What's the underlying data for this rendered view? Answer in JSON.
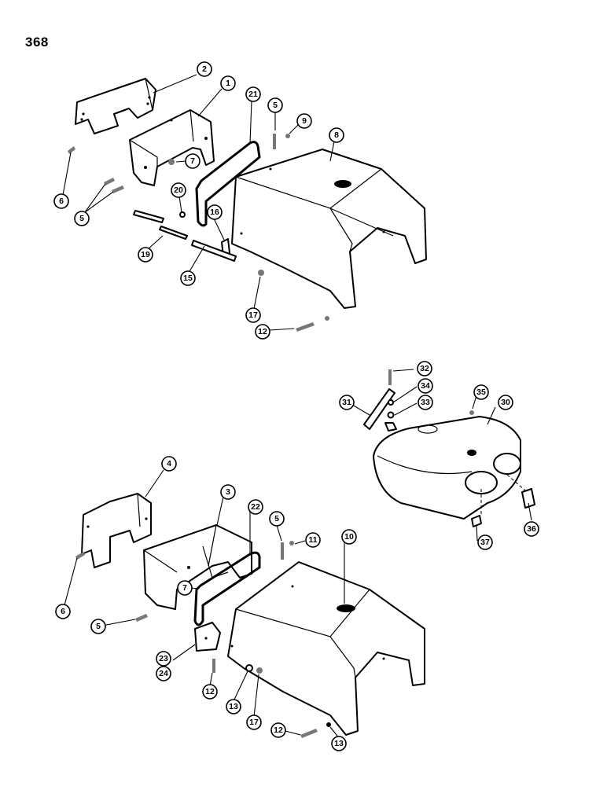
{
  "page_number": "368",
  "callouts": {
    "c1": "1",
    "c2": "2",
    "c5a": "5",
    "c5b": "5",
    "c6a": "6",
    "c7a": "7",
    "c8": "8",
    "c9": "9",
    "c12a": "12",
    "c15": "15",
    "c16": "16",
    "c17a": "17",
    "c19": "19",
    "c20": "20",
    "c21": "21",
    "c30": "30",
    "c31": "31",
    "c32": "32",
    "c33": "33",
    "c34": "34",
    "c35": "35",
    "c36": "36",
    "c37": "37",
    "c3": "3",
    "c4": "4",
    "c5c": "5",
    "c5d": "5",
    "c6b": "6",
    "c7b": "7",
    "c10": "10",
    "c11": "11",
    "c12b": "12",
    "c12c": "12",
    "c13a": "13",
    "c13b": "13",
    "c17b": "17",
    "c22": "22",
    "c23": "23",
    "c24": "24"
  }
}
